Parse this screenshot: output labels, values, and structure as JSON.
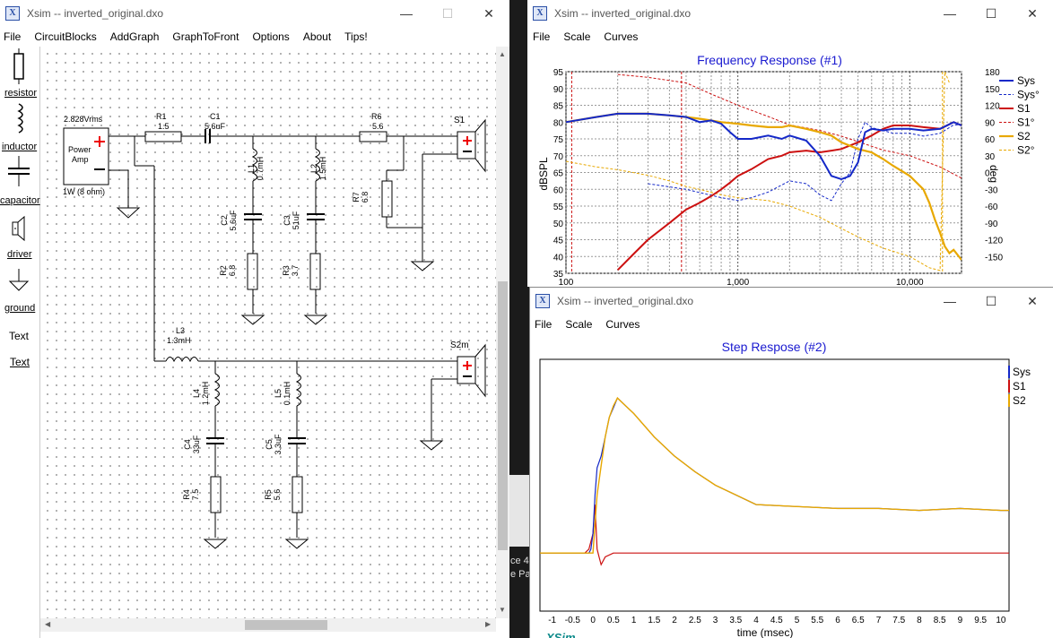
{
  "circuit_window": {
    "title": "Xsim -- inverted_original.dxo",
    "menu": [
      "File",
      "CircuitBlocks",
      "AddGraph",
      "GraphToFront",
      "Options",
      "About",
      "Tips!"
    ],
    "palette": [
      "resistor",
      "inductor",
      "capacitor",
      "driver",
      "ground",
      "Text",
      "Text"
    ],
    "components": {
      "power_amp_voltage": "2.828Vrms",
      "power_amp_label1": "Power",
      "power_amp_label2": "Amp",
      "power_amp_rating": "1W (8 ohm)",
      "r1_name": "R1",
      "r1_value": "1.5",
      "c1_name": "C1",
      "c1_value": "5.6uF",
      "r6_name": "R6",
      "r6_value": "5.6",
      "s1_name": "S1",
      "l1_name": "L1",
      "l1_value": "0.7mH",
      "l2_name": "L2",
      "l2_value": "1.5mH",
      "c2_name": "C2",
      "c2_value": "5.6uF",
      "c3_name": "C3",
      "c3_value": "51uF",
      "r2_name": "R2",
      "r2_value": "6.8",
      "r3_name": "R3",
      "r3_value": "3.7",
      "r7_name": "R7",
      "r7_value": "6.8",
      "l3_name": "L3",
      "l3_value": "1.3mH",
      "s2m_name": "S2m",
      "l4_name": "L4",
      "l4_value": "1.2mH",
      "l5_name": "L5",
      "l5_value": "0.1mH",
      "c4_name": "C4",
      "c4_value": "33uF",
      "c5_name": "C5",
      "c5_value": "3.3uF",
      "r4_name": "R4",
      "r4_value": "7.5",
      "r5_name": "R5",
      "r5_value": "5.6"
    }
  },
  "freq_window": {
    "title": "Xsim -- inverted_original.dxo",
    "menu": [
      "File",
      "Scale",
      "Curves"
    ],
    "chart_title": "Frequency Response (#1)",
    "y_left_label": "dBSPL",
    "y_right_label": "deg",
    "y_left_ticks": [
      "95",
      "90",
      "85",
      "80",
      "75",
      "70",
      "65",
      "60",
      "55",
      "50",
      "45",
      "40",
      "35"
    ],
    "y_right_ticks": [
      "180",
      "150",
      "120",
      "90",
      "60",
      "30",
      "0",
      "-30",
      "-60",
      "-90",
      "-120",
      "-150"
    ],
    "x_ticks": [
      "100",
      "1,000",
      "10,000"
    ],
    "legend": [
      "Sys",
      "Sys°",
      "S1",
      "S1°",
      "S2",
      "S2°"
    ]
  },
  "step_window": {
    "title": "Xsim -- inverted_original.dxo",
    "menu": [
      "File",
      "Scale",
      "Curves"
    ],
    "chart_title": "Step Respose (#2)",
    "x_label": "time (msec)",
    "x_ticks": [
      "-1",
      "-0.5",
      "0",
      "0.5",
      "1",
      "1.5",
      "2",
      "2.5",
      "3",
      "3.5",
      "4",
      "4.5",
      "5",
      "5.5",
      "6",
      "6.5",
      "7",
      "7.5",
      "8",
      "8.5",
      "9",
      "9.5",
      "10"
    ],
    "legend": [
      "Sys",
      "S1",
      "S2"
    ],
    "footer_logo": "XSim"
  },
  "background_text": {
    "line1": "ce 4",
    "line2": "e Pa"
  },
  "colors": {
    "sys": "#1428c8",
    "s1": "#cc1010",
    "s2": "#e8a800",
    "title_blue": "#1a1ad0"
  },
  "chart_data": [
    {
      "type": "line",
      "title": "Frequency Response (#1)",
      "xlabel": "",
      "ylabel": "dBSPL",
      "y2label": "deg",
      "xscale": "log",
      "xlim": [
        100,
        20000
      ],
      "ylim": [
        35,
        95
      ],
      "y2lim": [
        -180,
        180
      ],
      "grid": true,
      "legend": "right",
      "series": [
        {
          "name": "Sys",
          "axis": "left",
          "x": [
            100,
            150,
            200,
            300,
            400,
            500,
            600,
            700,
            800,
            900,
            1000,
            1200,
            1500,
            1800,
            2000,
            2500,
            3000,
            3500,
            4000,
            4500,
            5000,
            5500,
            6000,
            7000,
            8000,
            10000,
            12000,
            15000,
            18000,
            20000
          ],
          "y": [
            80,
            81.5,
            82.5,
            82.5,
            82,
            81.5,
            80,
            80.5,
            79.5,
            77,
            75,
            75,
            76,
            75,
            76,
            74.5,
            70,
            64,
            63,
            64,
            68,
            77,
            78,
            77.5,
            78,
            78,
            77.5,
            78,
            80,
            79
          ]
        },
        {
          "name": "Sys°",
          "axis": "right",
          "x": [
            300,
            500,
            800,
            1000,
            1200,
            1500,
            2000,
            2500,
            3000,
            3500,
            4000,
            4500,
            5000,
            5500,
            6000,
            7000,
            8000,
            10000,
            12000,
            15000,
            18000,
            20000
          ],
          "y": [
            -20,
            -30,
            -45,
            -50,
            -45,
            -35,
            -15,
            -20,
            -40,
            -50,
            -20,
            0,
            60,
            90,
            80,
            75,
            70,
            70,
            65,
            70,
            85,
            85
          ]
        },
        {
          "name": "S1",
          "axis": "left",
          "x": [
            200,
            250,
            300,
            400,
            500,
            600,
            700,
            800,
            900,
            1000,
            1200,
            1500,
            1800,
            2000,
            2500,
            3000,
            3500,
            4000,
            5000,
            6000,
            7000,
            8000,
            10000,
            12000,
            15000,
            18000,
            20000
          ],
          "y": [
            36,
            41,
            45,
            50,
            54,
            56,
            58,
            60,
            62,
            64,
            66,
            69,
            70,
            71,
            71.5,
            71,
            71.5,
            72,
            74,
            76,
            78,
            79,
            79,
            78.5,
            78,
            80,
            79
          ]
        },
        {
          "name": "S1°",
          "axis": "right",
          "x": [
            200,
            300,
            500,
            700,
            1000,
            1500,
            2000,
            3000,
            4000,
            5000,
            7000,
            10000,
            15000,
            20000
          ],
          "y": [
            175,
            170,
            160,
            140,
            120,
            100,
            85,
            75,
            65,
            55,
            40,
            30,
            10,
            -10
          ]
        },
        {
          "name": "S2",
          "axis": "left",
          "x": [
            100,
            150,
            200,
            300,
            400,
            500,
            600,
            700,
            800,
            1000,
            1200,
            1500,
            1800,
            2000,
            2500,
            3000,
            3500,
            4000,
            5000,
            6000,
            7000,
            8000,
            10000,
            12000,
            13000,
            14000,
            15000,
            16000,
            17000,
            18000,
            20000
          ],
          "y": [
            80,
            81.5,
            82.5,
            82.5,
            82,
            81.5,
            81,
            80.5,
            80,
            79.5,
            79,
            78.5,
            78.5,
            79,
            78,
            77,
            76,
            74,
            72,
            71,
            69,
            67,
            64,
            60,
            56,
            51,
            47,
            43,
            41,
            42,
            39
          ]
        },
        {
          "name": "S2°",
          "axis": "right",
          "x": [
            100,
            150,
            200,
            300,
            400,
            500,
            600,
            800,
            1000,
            1500,
            2000,
            3000,
            4000,
            5000,
            7000,
            10000,
            13000,
            15000,
            16000,
            17000
          ],
          "y": [
            20,
            10,
            5,
            -5,
            -15,
            -25,
            -30,
            -40,
            -45,
            -50,
            -60,
            -80,
            -100,
            -115,
            -135,
            -150,
            -170,
            -175,
            180,
            160
          ]
        }
      ]
    },
    {
      "type": "line",
      "title": "Step Respose (#2)",
      "xlabel": "time (msec)",
      "ylabel": "",
      "xlim": [
        -1.3,
        10.2
      ],
      "ylim": [
        -0.3,
        1.0
      ],
      "grid": false,
      "legend": "right",
      "series": [
        {
          "name": "Sys",
          "x": [
            -1.3,
            -0.1,
            -0.05,
            0.0,
            0.05,
            0.1,
            0.2,
            0.3,
            0.4,
            0.5,
            0.6,
            0.7,
            0.8,
            1.0,
            1.5,
            2.0,
            2.5,
            3.0,
            3.5,
            4.0,
            5.0,
            6.0,
            7.0,
            8.0,
            9.0,
            10.0,
            10.2
          ],
          "y": [
            0.0,
            0.0,
            0.02,
            0.1,
            0.3,
            0.44,
            0.5,
            0.6,
            0.7,
            0.75,
            0.8,
            0.78,
            0.76,
            0.72,
            0.6,
            0.5,
            0.42,
            0.35,
            0.3,
            0.25,
            0.24,
            0.23,
            0.23,
            0.22,
            0.23,
            0.22,
            0.22
          ]
        },
        {
          "name": "S1",
          "x": [
            -1.3,
            -0.2,
            -0.1,
            0.0,
            0.05,
            0.1,
            0.15,
            0.2,
            0.3,
            0.5,
            1.0,
            3.0,
            10.2
          ],
          "y": [
            0.0,
            0.0,
            0.02,
            0.1,
            0.25,
            0.02,
            -0.02,
            -0.06,
            -0.02,
            0.0,
            0.0,
            0.0,
            0.0
          ]
        },
        {
          "name": "S2",
          "x": [
            -1.3,
            -0.1,
            0.0,
            0.05,
            0.1,
            0.2,
            0.3,
            0.4,
            0.5,
            0.6,
            0.7,
            0.8,
            1.0,
            1.5,
            2.0,
            2.5,
            3.0,
            3.5,
            4.0,
            5.0,
            6.0,
            7.0,
            8.0,
            9.0,
            10.0,
            10.2
          ],
          "y": [
            0.0,
            0.0,
            0.0,
            0.15,
            0.3,
            0.45,
            0.6,
            0.7,
            0.76,
            0.8,
            0.78,
            0.76,
            0.72,
            0.6,
            0.5,
            0.42,
            0.35,
            0.3,
            0.25,
            0.24,
            0.23,
            0.23,
            0.22,
            0.23,
            0.22,
            0.22
          ]
        }
      ]
    }
  ]
}
